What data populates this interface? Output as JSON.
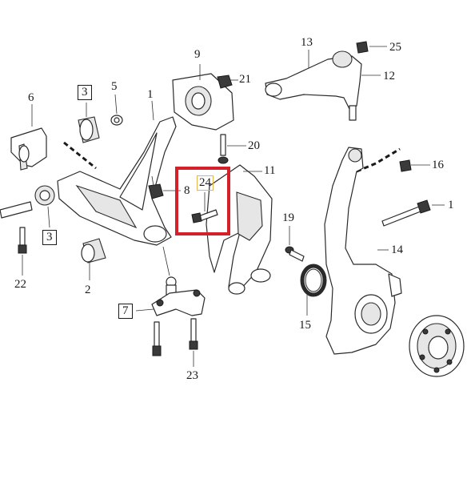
{
  "diagram": {
    "callouts": [
      {
        "id": "c1a",
        "text": "1"
      },
      {
        "id": "c1b",
        "text": "1"
      },
      {
        "id": "c2",
        "text": "2"
      },
      {
        "id": "c3a",
        "text": "3"
      },
      {
        "id": "c3b",
        "text": "3"
      },
      {
        "id": "c5",
        "text": "5"
      },
      {
        "id": "c6",
        "text": "6"
      },
      {
        "id": "c7",
        "text": "7"
      },
      {
        "id": "c8",
        "text": "8"
      },
      {
        "id": "c9",
        "text": "9"
      },
      {
        "id": "c11",
        "text": "11"
      },
      {
        "id": "c12",
        "text": "12"
      },
      {
        "id": "c13",
        "text": "13"
      },
      {
        "id": "c14",
        "text": "14"
      },
      {
        "id": "c15",
        "text": "15"
      },
      {
        "id": "c16",
        "text": "16"
      },
      {
        "id": "c19",
        "text": "19"
      },
      {
        "id": "c20",
        "text": "20"
      },
      {
        "id": "c21",
        "text": "21"
      },
      {
        "id": "c22",
        "text": "22"
      },
      {
        "id": "c23",
        "text": "23"
      },
      {
        "id": "c24",
        "text": "24"
      },
      {
        "id": "c25",
        "text": "25"
      }
    ],
    "highlight_color": "#d4202a",
    "label_highlight_color": "#e8b44a"
  }
}
